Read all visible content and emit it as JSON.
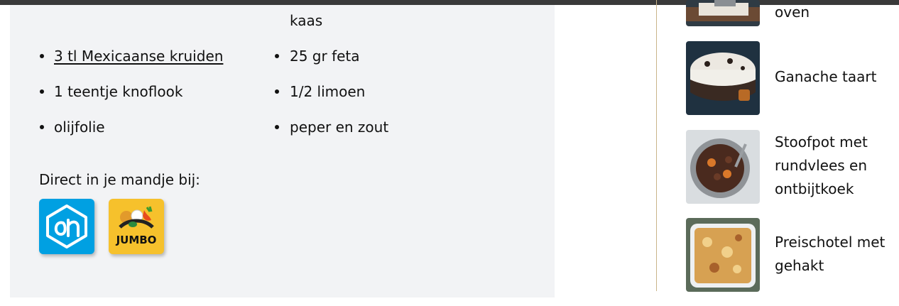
{
  "ingredients": {
    "col1": [
      {
        "text": "3 tl Mexicaanse kruiden",
        "link": true
      },
      {
        "text": "1 teentje knoflook",
        "link": false
      },
      {
        "text": "olijfolie",
        "link": false
      }
    ],
    "col2_overflow": "kaas",
    "col2": [
      {
        "text": "25 gr feta"
      },
      {
        "text": "1/2 limoen"
      },
      {
        "text": "peper en zout"
      }
    ]
  },
  "shop": {
    "label": "Direct in je mandje bij:",
    "jumbo_text": "JUMBO"
  },
  "related": [
    {
      "lines": [
        "oven"
      ]
    },
    {
      "lines": [
        "Ganache taart"
      ]
    },
    {
      "lines": [
        "Stoofpot met",
        "rundvlees en",
        "ontbijtkoek"
      ]
    },
    {
      "lines": [
        "Preischotel met",
        "gehakt"
      ]
    }
  ],
  "colors": {
    "ah_blue": "#00a0e2",
    "jumbo_yellow": "#f6c12c",
    "panel_bg": "#f2f3f5",
    "divider": "#c9b48a"
  }
}
